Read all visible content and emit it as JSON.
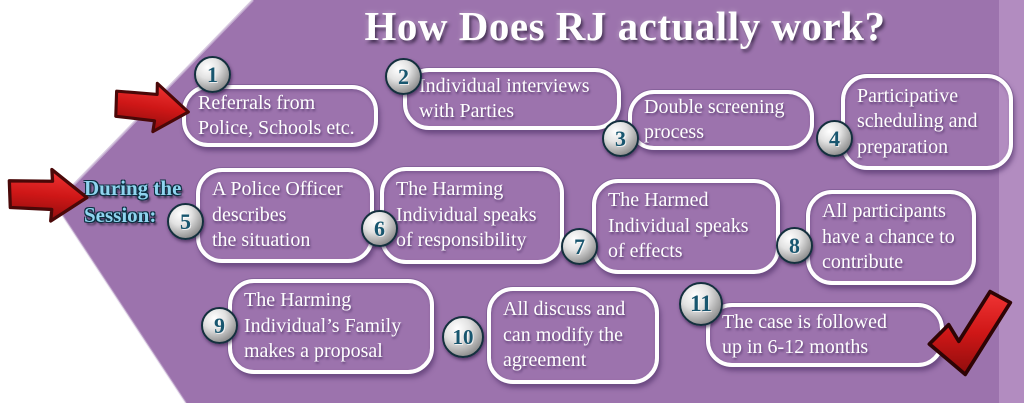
{
  "title": "How Does RJ actually work?",
  "session_label": "During the\nSession:",
  "steps": [
    {
      "number": "1",
      "text": "Referrals from\nPolice, Schools etc."
    },
    {
      "number": "2",
      "text": "Individual interviews\nwith Parties"
    },
    {
      "number": "3",
      "text": "Double screening\nprocess"
    },
    {
      "number": "4",
      "text": "Participative\nscheduling and\npreparation"
    },
    {
      "number": "5",
      "text": "A Police Officer\ndescribes\nthe situation"
    },
    {
      "number": "6",
      "text": "The Harming\nIndividual speaks\nof responsibility"
    },
    {
      "number": "7",
      "text": "The Harmed\nIndividual speaks\nof effects"
    },
    {
      "number": "8",
      "text": "All participants\nhave a chance to\ncontribute"
    },
    {
      "number": "9",
      "text": "The Harming\nIndividual’s Family\nmakes a proposal"
    },
    {
      "number": "10",
      "text": "All discuss and\ncan modify the\nagreement"
    },
    {
      "number": "11",
      "text": "The case is followed\nup in 6-12 months"
    }
  ],
  "icons": {
    "pointer_top": "red-arrow-right",
    "pointer_session": "red-arrow-right",
    "completion": "red-checkmark"
  },
  "colors": {
    "background_purple": "#9c73ad",
    "edge_strip_purple": "#b28cc0",
    "arrow_red": "#d62121",
    "badge_number_teal": "#18566f",
    "session_label_blue": "#8fd4ef",
    "box_border": "#ffffff"
  }
}
